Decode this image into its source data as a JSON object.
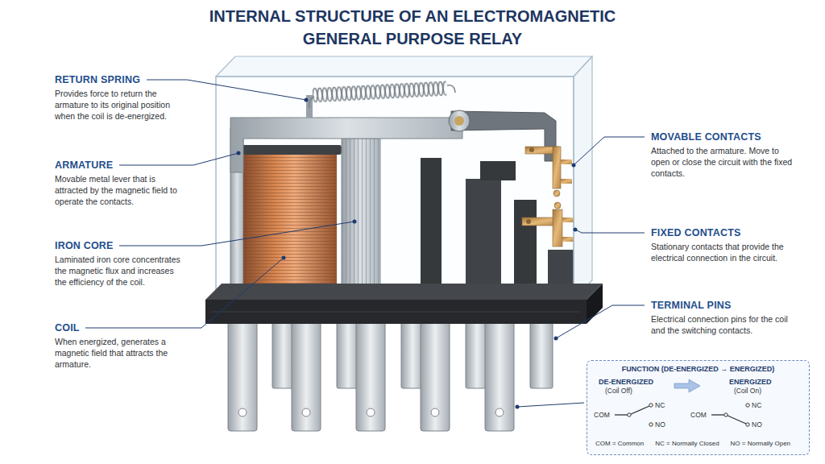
{
  "diagram": {
    "title": "INTERNAL STRUCTURE OF AN ELECTROMAGNETIC GENERAL PURPOSE RELAY",
    "nodes": [
      {
        "text": [
          "FUNCTION (DE-ENERGIZED → ENERGIZED)",
          "DE-ENERGIZED",
          "(Coil Off)",
          "ENERGIZED",
          "(Coil On)",
          "COM",
          "NC",
          "NO",
          "COM",
          "NC",
          "NO",
          "COM = Common",
          "NC = Normally Closed",
          "NO = Normally Open"
        ]
      }
    ],
    "labels": [
      "RETURN SPRING",
      "Provides force to return the armature to its original position when the coil is de-energized.",
      "ARMATURE",
      "Movable metal lever that is attracted by the magnetic field to operate the contacts.",
      "IRON CORE",
      "Laminated iron core concentrates the magnetic flux and increases the efficiency of the coil.",
      "COIL",
      "When energized, generates a magnetic field that attracts the armature.",
      "MOVABLE CONTACTS",
      "Attached to the armature. Move to open or close the circuit with the fixed contacts.",
      "FIXED CONTACTS",
      "Stationary contacts that provide the electrical connection in the circuit.",
      "TERMINAL PINS",
      "Electrical connection pins for the coil and the switching contacts."
    ]
  }
}
